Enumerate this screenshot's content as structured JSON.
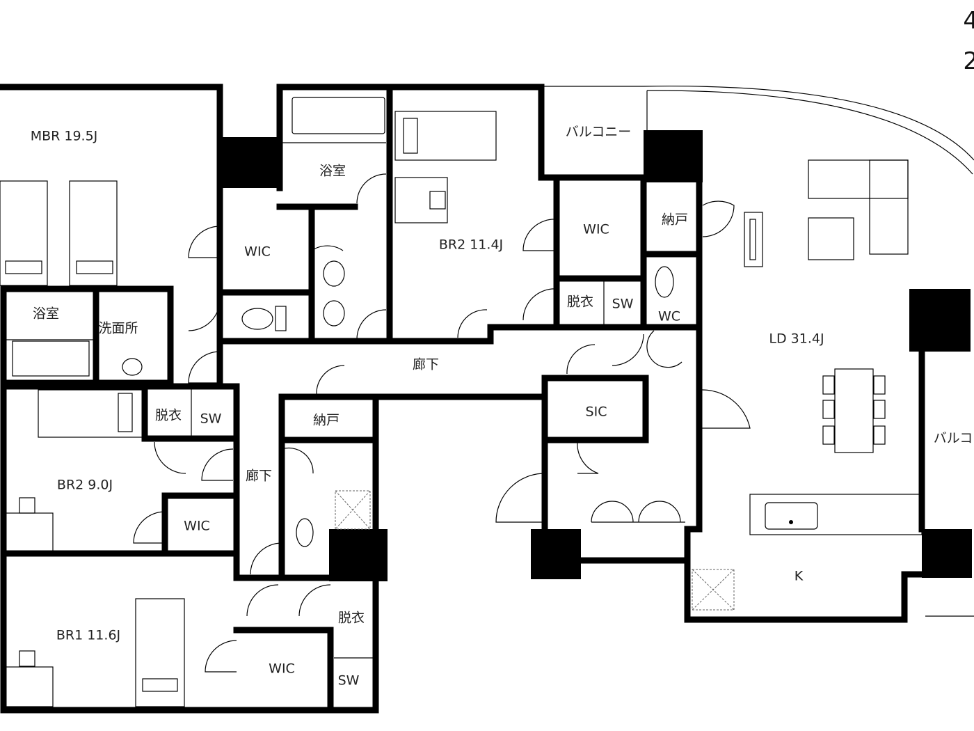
{
  "corner_text": [
    "4",
    "2"
  ],
  "rooms": {
    "mbr": "MBR  19.5J",
    "bath1": "浴室",
    "bath2": "浴室",
    "washroom": "洗面所",
    "wic_mbr": "WIC",
    "br2_top": "BR2  11.4J",
    "balcony_top": "バルコニー",
    "wic_br2top": "WIC",
    "storage_top": "納戸",
    "dressing_top": "脱衣",
    "sw_top": "SW",
    "wc": "WC",
    "corridor_main": "廊下",
    "ld": "LD   31.4J",
    "dressing_left": "脱衣",
    "sw_left": "SW",
    "storage_mid": "納戸",
    "sic": "SIC",
    "corridor_side": "廊下",
    "br2_left": "BR2  9.0J",
    "wic_br2left": "WIC",
    "balcony_right": "バルコ",
    "kitchen": "K",
    "dressing_bottom": "脱衣",
    "br1": "BR1  11.6J",
    "wic_br1": "WIC",
    "sw_bottom": "SW"
  }
}
